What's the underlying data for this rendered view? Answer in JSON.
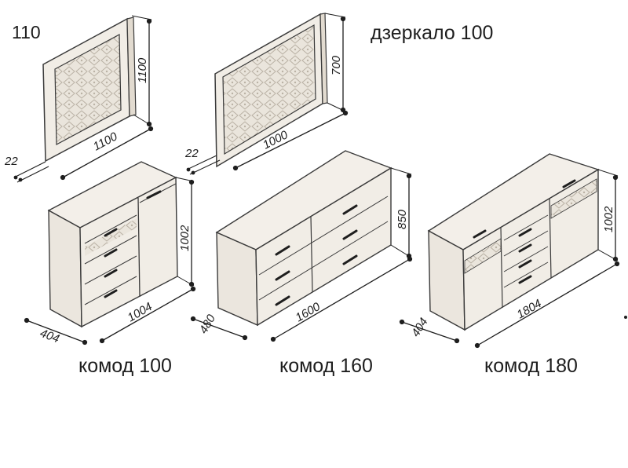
{
  "labels": {
    "mirror_110": "110",
    "mirror_100": "дзеркало 100",
    "chest_100": "комод 100",
    "chest_160": "комод 160",
    "chest_180": "комод 180"
  },
  "dimensions": {
    "mirror_110": {
      "height": "1100",
      "width": "1100",
      "depth": "22"
    },
    "mirror_100": {
      "height": "700",
      "width": "1000",
      "depth": "22"
    },
    "chest_100": {
      "height": "1002",
      "width": "1004",
      "depth": "404"
    },
    "chest_160": {
      "height": "850",
      "width": "1600",
      "depth": "480"
    },
    "chest_180": {
      "height": "1002",
      "width": "1804",
      "depth": "404"
    }
  },
  "colors": {
    "line": "#3a3a3a",
    "panel_fill": "#f1ede6",
    "side_fill": "#e7e1d8",
    "lattice_fill": "#e9e4dc",
    "dim_line": "#1e1e1e"
  }
}
